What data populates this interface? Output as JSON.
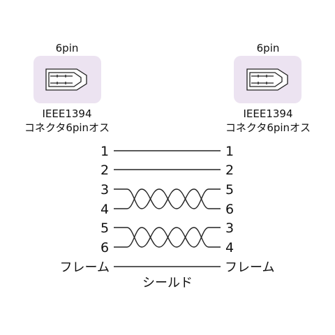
{
  "connectors": {
    "left": {
      "pin_count": "6pin",
      "name": "IEEE1394",
      "type": "コネクタ6pinオス"
    },
    "right": {
      "pin_count": "6pin",
      "name": "IEEE1394",
      "type": "コネクタ6pinオス"
    }
  },
  "wiring": {
    "pins": [
      {
        "left": "1",
        "right": "1"
      },
      {
        "left": "2",
        "right": "2"
      },
      {
        "left": "3",
        "right": "5"
      },
      {
        "left": "4",
        "right": "6"
      },
      {
        "left": "5",
        "right": "3"
      },
      {
        "left": "6",
        "right": "4"
      }
    ],
    "frame": {
      "left": "フレーム",
      "right": "フレーム"
    },
    "shield_label": "シールド"
  },
  "colors": {
    "connector_bg": "#ece3f1",
    "line": "#222222",
    "text": "#111111"
  }
}
